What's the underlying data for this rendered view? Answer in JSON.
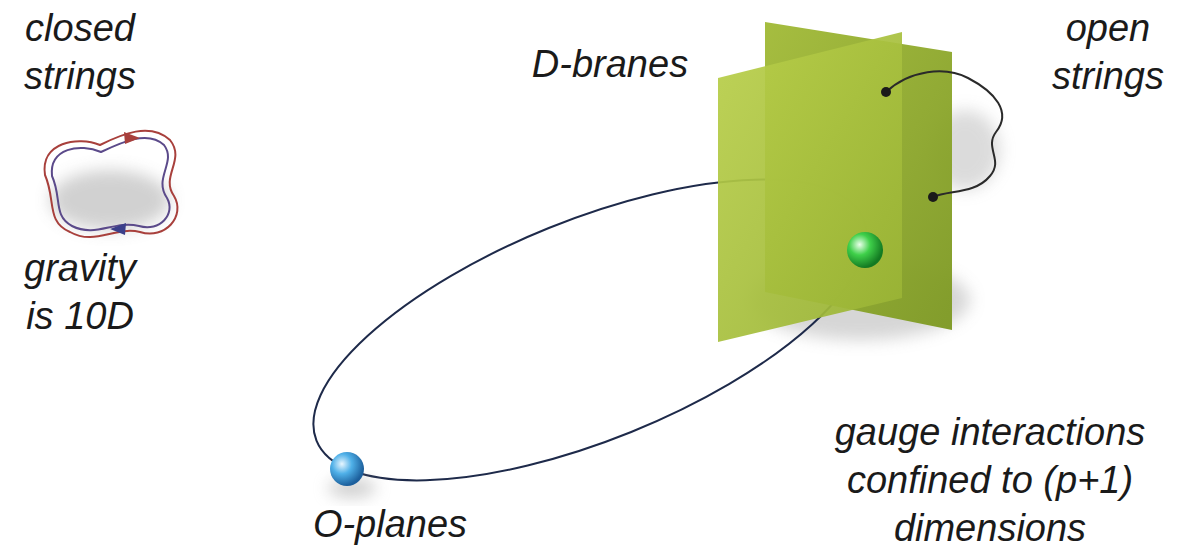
{
  "diagram": {
    "labels": [
      "closed strings",
      "gravity is 10D",
      "D-branes",
      "open strings",
      "gauge interactions confined to (p+1) dimensions",
      "O-planes"
    ]
  }
}
